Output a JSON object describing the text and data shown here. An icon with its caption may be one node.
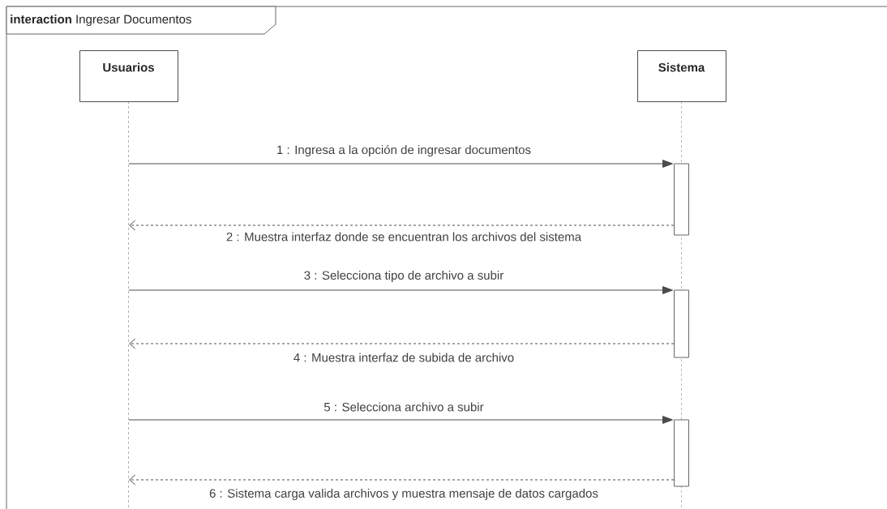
{
  "diagram": {
    "title": "**interaction** Ingresar Documentos",
    "nodes": [
      {
        "text": [
          "Usuarios"
        ]
      },
      {
        "text": [
          "Sistema"
        ]
      },
      {
        "text": [],
        "shape": "bar",
        "in": 1
      },
      {
        "text": [],
        "shape": "bar",
        "in": 1
      },
      {
        "text": [],
        "shape": "bar",
        "in": 1
      }
    ],
    "edges": [
      {
        "from": 0,
        "to": 2,
        "arrow": "to",
        "label": "1 : Ingresa a la opción de ingresar documentos"
      },
      {
        "from": 2,
        "to": 0,
        "arrow": "to",
        "style": "dashed",
        "label": "2 : Muestra interfaz donde se encuentran los archivos del sistema"
      },
      {
        "from": 0,
        "to": 3,
        "arrow": "to",
        "label": "3 : Selecciona tipo de archivo a subir"
      },
      {
        "from": 3,
        "to": 0,
        "arrow": "to",
        "style": "dashed",
        "label": "4 : Muestra interfaz de subida de archivo"
      },
      {
        "from": 0,
        "to": 4,
        "arrow": "to",
        "label": "5 : Selecciona archivo a subir"
      },
      {
        "from": 4,
        "to": 0,
        "arrow": "to",
        "style": "dashed",
        "label": "6 : Sistema carga valida archivos y muestra mensaje de datos cargados"
      }
    ]
  }
}
